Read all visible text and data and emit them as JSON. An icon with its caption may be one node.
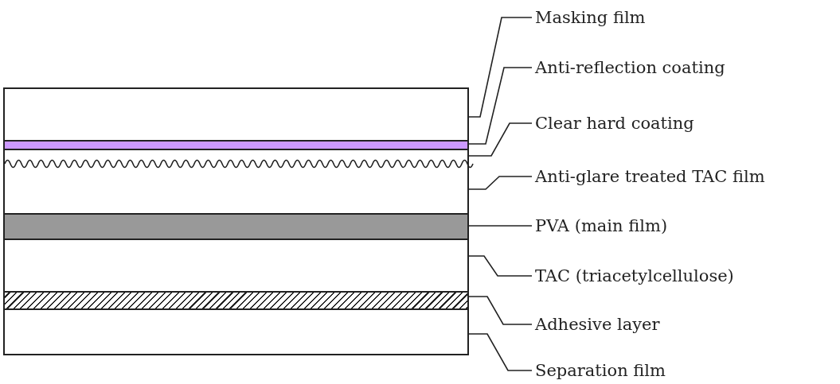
{
  "diagram": {
    "nodes": [
      {
        "text": [
          "Masking film"
        ]
      },
      {
        "text": [
          "Anti-reflection coating"
        ]
      },
      {
        "text": [
          "Clear hard coating"
        ]
      },
      {
        "text": [
          "Anti-glare treated TAC film"
        ]
      },
      {
        "text": [
          "PVA (main film)"
        ]
      },
      {
        "text": [
          "TAC (triacetylcellulose)"
        ]
      },
      {
        "text": [
          "Adhesive layer"
        ]
      },
      {
        "text": [
          "Separation film"
        ]
      },
      {
        "text": [],
        "shape": "box"
      },
      {
        "text": [],
        "shape": "box"
      },
      {
        "text": [],
        "shape": "box"
      },
      {
        "text": [],
        "shape": "box"
      },
      {
        "text": [],
        "shape": "box"
      },
      {
        "text": [],
        "shape": "box"
      },
      {
        "text": [],
        "shape": "box"
      },
      {
        "text": [],
        "shape": "box"
      }
    ],
    "edges": [
      {
        "from": 0,
        "to": 8,
        "arrow": "none"
      },
      {
        "from": 1,
        "to": 9,
        "arrow": "none"
      },
      {
        "from": 2,
        "to": 10,
        "arrow": "none"
      },
      {
        "from": 3,
        "to": 11,
        "arrow": "none"
      },
      {
        "from": 4,
        "to": 12,
        "arrow": "none"
      },
      {
        "from": 5,
        "to": 13,
        "arrow": "none"
      },
      {
        "from": 6,
        "to": 14,
        "arrow": "none"
      },
      {
        "from": 7,
        "to": 15,
        "arrow": "none"
      }
    ]
  }
}
